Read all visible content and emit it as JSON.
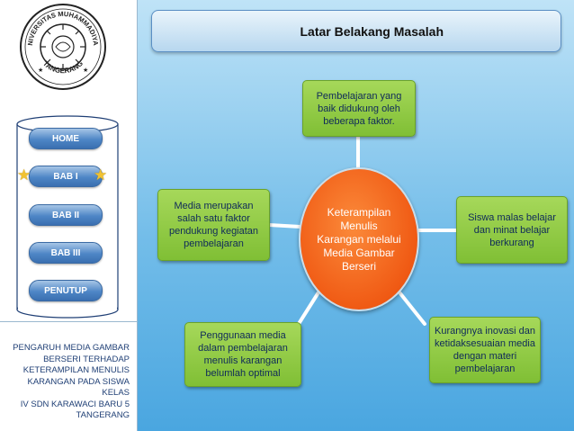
{
  "logo": {
    "name": "university-seal",
    "arc_top": "UNIVERSITAS MUHAMMADIYAH",
    "arc_bottom": "TANGERANG"
  },
  "nav": [
    {
      "label": "HOME",
      "active": false
    },
    {
      "label": "BAB I",
      "active": true
    },
    {
      "label": "BAB II",
      "active": false
    },
    {
      "label": "BAB III",
      "active": false
    },
    {
      "label": "PENUTUP",
      "active": false
    }
  ],
  "subject": {
    "lines": [
      "PENGARUH MEDIA GAMBAR",
      "BERSERI TERHADAP",
      "KETERAMPILAN MENULIS",
      "KARANGAN PADA SISWA KELAS",
      "IV SDN KARAWACI BARU 5",
      "TANGERANG"
    ]
  },
  "title": "Latar Belakang Masalah",
  "center_node": "Keterampilan Menulis Karangan melalui Media Gambar Berseri",
  "nodes": {
    "top": "Pembelajaran yang baik didukung oleh beberapa faktor.",
    "left": "Media merupakan salah satu faktor pendukung kegiatan pembelajaran",
    "right": "Siswa malas belajar dan minat belajar berkurang",
    "bottom_left": "Penggunaan media dalam pembelajaran menulis karangan belumlah optimal",
    "bottom_right": "Kurangnya inovasi dan ketidaksesuaian media dengan materi pembelajaran"
  },
  "colors": {
    "node_green": "#8cc63f",
    "center_orange": "#f26522",
    "nav_blue": "#4e86c6",
    "star": "#f1c232"
  }
}
